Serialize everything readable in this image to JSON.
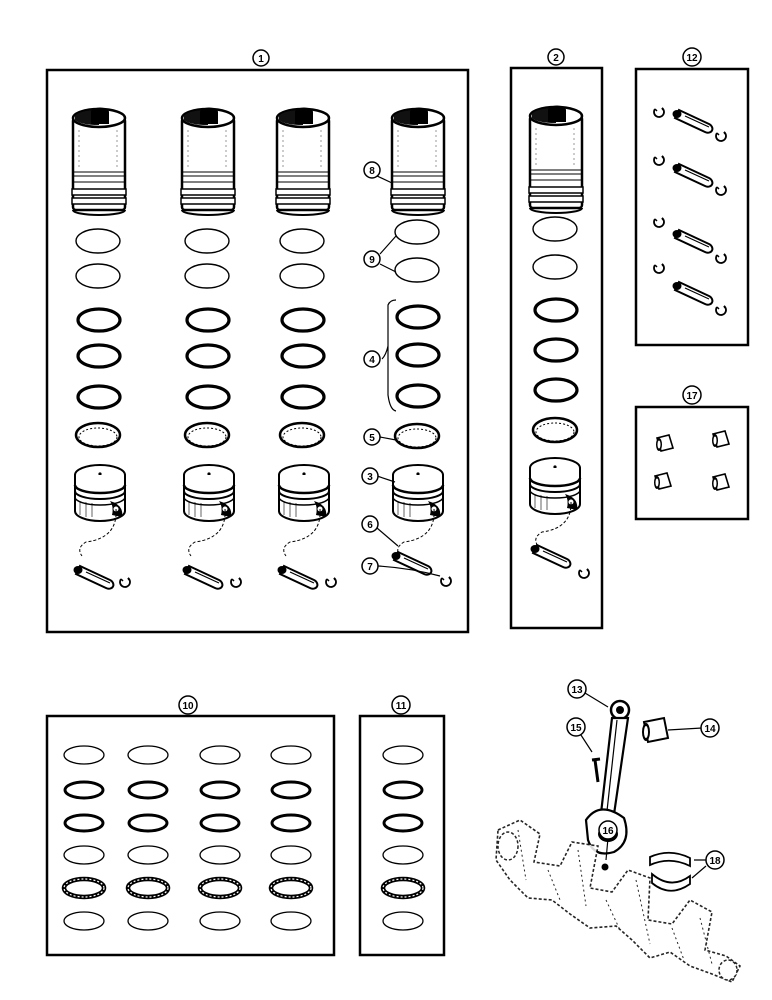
{
  "callouts": {
    "c1": "1",
    "c2": "2",
    "c3": "3",
    "c4": "4",
    "c5": "5",
    "c6": "6",
    "c7": "7",
    "c8": "8",
    "c9": "9",
    "c10": "10",
    "c11": "11",
    "c12": "12",
    "c13": "13",
    "c14": "14",
    "c15": "15",
    "c16": "16",
    "c17": "17",
    "c18": "18"
  },
  "colors": {
    "ink": "#000000",
    "paper": "#ffffff",
    "shade": "#444444"
  },
  "kits": {
    "kit_1_columns": 4,
    "kit_10_columns": 4,
    "kit_12_pins": 4,
    "kit_17_bushings": 4
  }
}
